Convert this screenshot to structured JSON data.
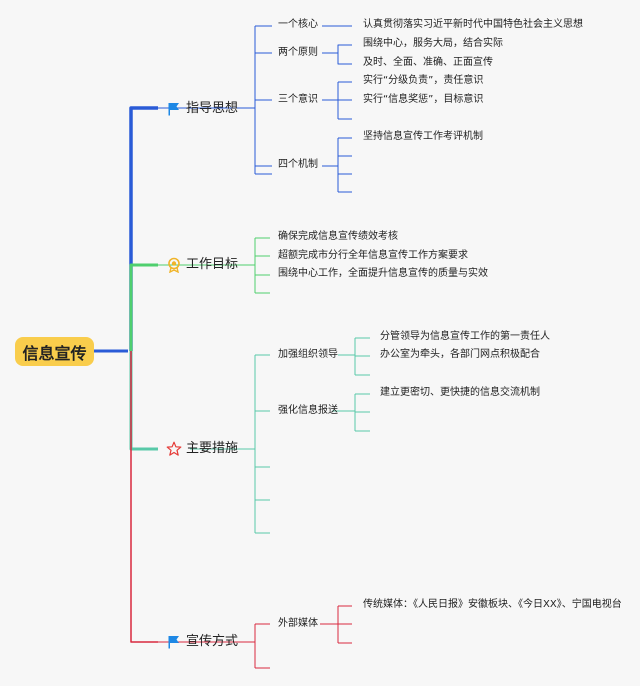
{
  "root": {
    "label": "信息宣传"
  },
  "branches": [
    {
      "label": "指导思想",
      "icon": "flag-icon",
      "color": "#2a5bd7",
      "groups": [
        {
          "label": "一个核心",
          "items": [
            "认真贯彻落实习近平新时代中国特色社会主义思想"
          ]
        },
        {
          "label": "两个原则",
          "items": [
            "围绕中心，服务大局，结合实际",
            "及时、全面、准确、正面宣传"
          ]
        },
        {
          "label": "三个意识",
          "items": [
            "实行“分级负责”，责任意识",
            "实行“信息奖惩”，目标意识",
            ""
          ]
        },
        {
          "label": "四个机制",
          "items": [
            "坚持信息宣传工作考评机制",
            "",
            "",
            ""
          ]
        }
      ]
    },
    {
      "label": "工作目标",
      "icon": "medal-icon",
      "color": "#4fcf6e",
      "items": [
        "确保完成信息宣传绩效考核",
        "超额完成市分行全年信息宣传工作方案要求",
        "围绕中心工作，全面提升信息宣传的质量与实效",
        ""
      ]
    },
    {
      "label": "主要措施",
      "icon": "star-icon",
      "color": "#58c9a8",
      "groups": [
        {
          "label": "加强组织领导",
          "items": [
            "分管领导为信息宣传工作的第一责任人",
            "办公室为牵头，各部门网点积极配合",
            ""
          ]
        },
        {
          "label": "强化信息报送",
          "items": [
            "建立更密切、更快捷的信息交流机制",
            "",
            ""
          ]
        }
      ],
      "extra_items": [
        "",
        "",
        ""
      ]
    },
    {
      "label": "宣传方式",
      "icon": "flag-icon",
      "color": "#d8283f",
      "groups": [
        {
          "label": "外部媒体",
          "items": [
            "传统媒体：《人民日报》安徽板块、《今日XX》、宁国电视台",
            "",
            ""
          ]
        }
      ],
      "extra_items": [
        ""
      ]
    }
  ]
}
